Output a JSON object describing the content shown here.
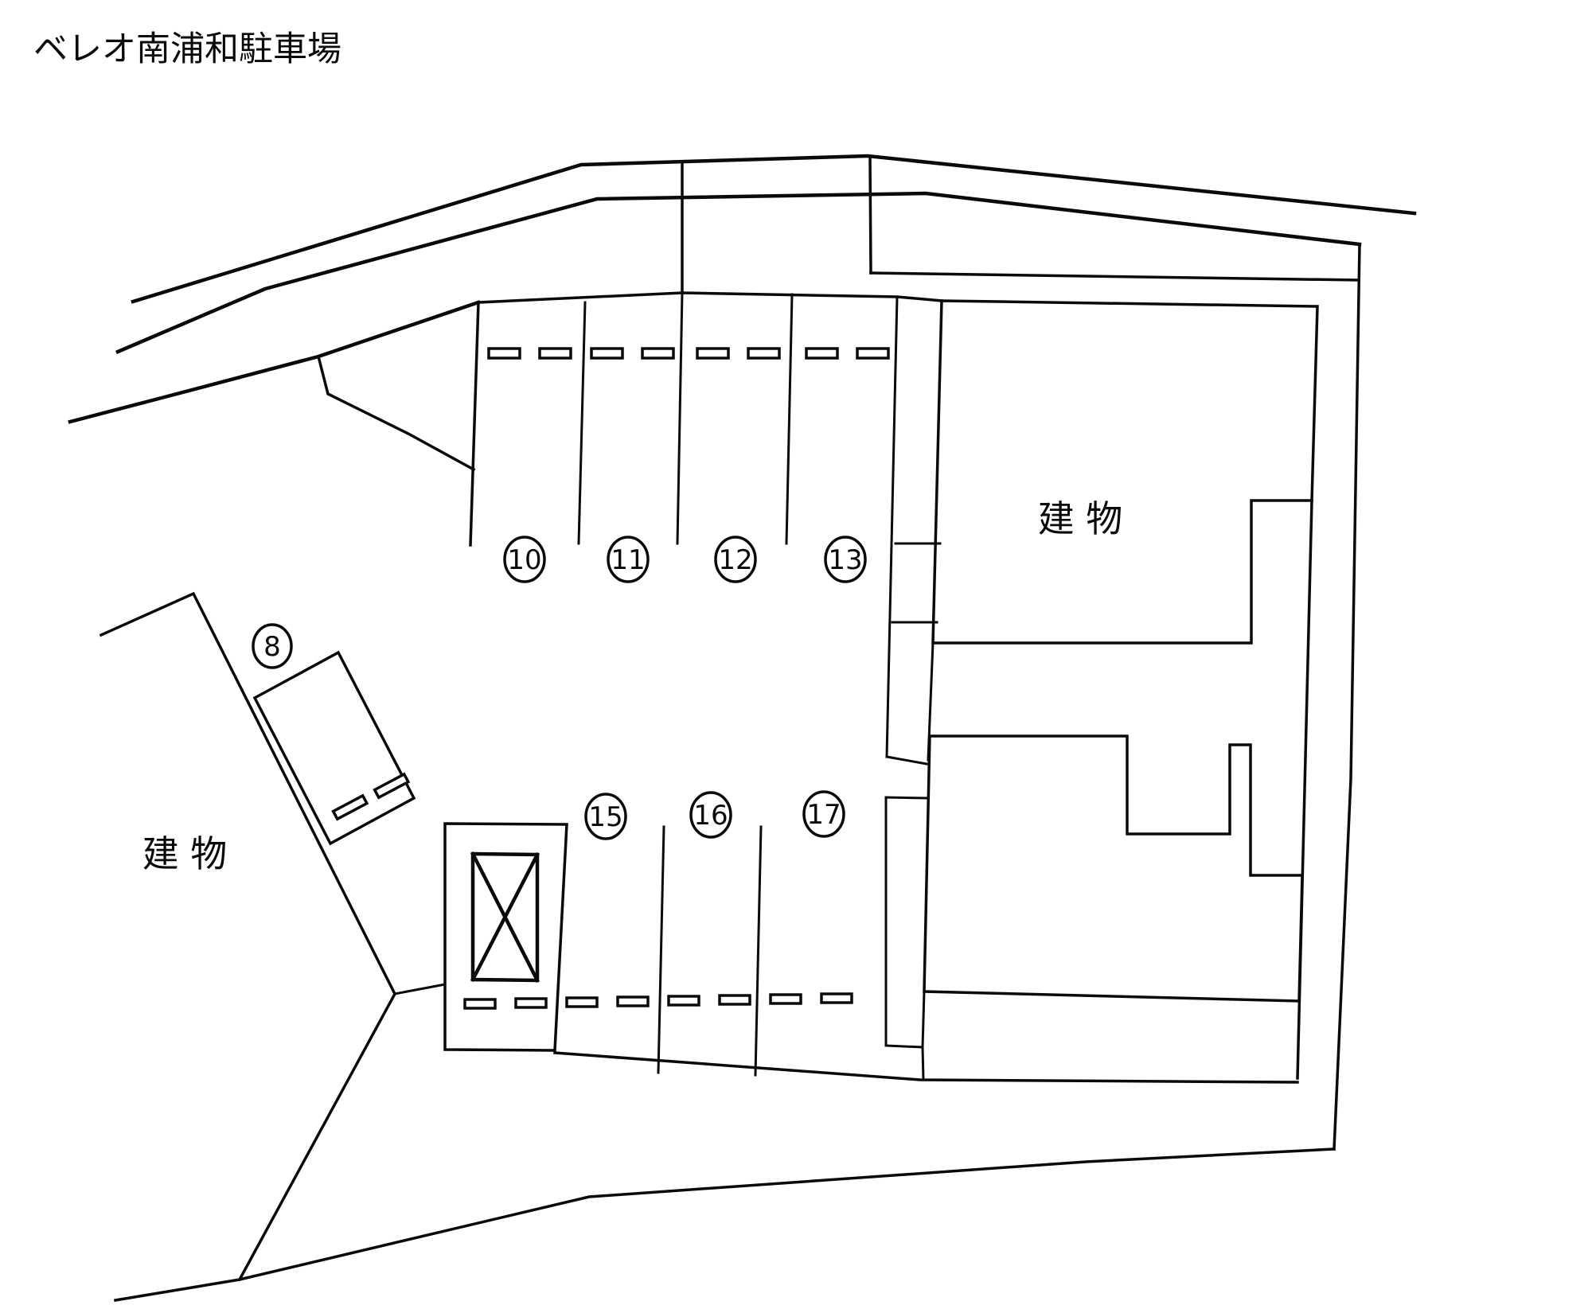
{
  "title": "ベレオ南浦和駐車場",
  "buildings": {
    "right_label": "建 物",
    "left_label": "建 物"
  },
  "parking_spaces": {
    "upper_row": [
      {
        "number": "10"
      },
      {
        "number": "11"
      },
      {
        "number": "12"
      },
      {
        "number": "13"
      }
    ],
    "left_space": {
      "number": "8"
    },
    "lower_row": [
      {
        "number": "15"
      },
      {
        "number": "16"
      },
      {
        "number": "17"
      }
    ]
  },
  "colors": {
    "line": "#0a0a0a",
    "background": "#ffffff"
  }
}
